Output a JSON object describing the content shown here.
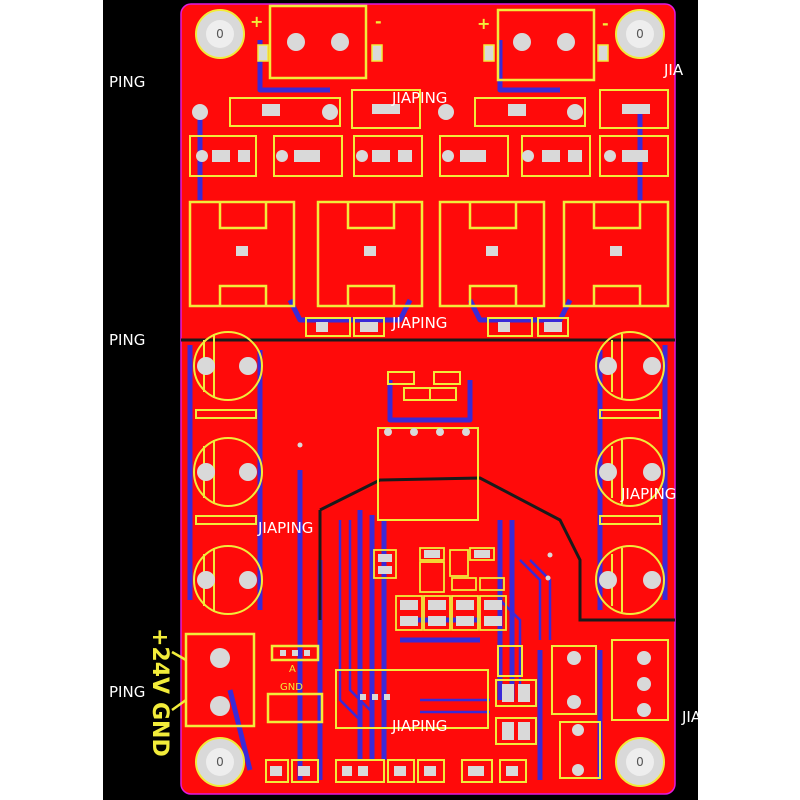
{
  "board": {
    "colors": {
      "background": "#000000",
      "outer_white": "#ffffff",
      "copper_top": "#ff0a0a",
      "copper_bottom": "#3a2ad8",
      "silkscreen": "#f2ec3a",
      "pad": "#d9d9d9",
      "board_edge": "#e01ae0",
      "mask_line": "#1a1a1a",
      "watermark": "#ffffff"
    },
    "watermark_text": "JIAPING",
    "watermark_left_partial": "PING",
    "watermark_right_partial": "JIA",
    "hole_label": "0",
    "silk": {
      "plus_left": "+",
      "minus_left": "-",
      "plus_right": "+",
      "minus_right": "-",
      "power_label": "+24V",
      "ground_label": "GND",
      "ground_small": "GND",
      "pin_a": "A"
    }
  }
}
